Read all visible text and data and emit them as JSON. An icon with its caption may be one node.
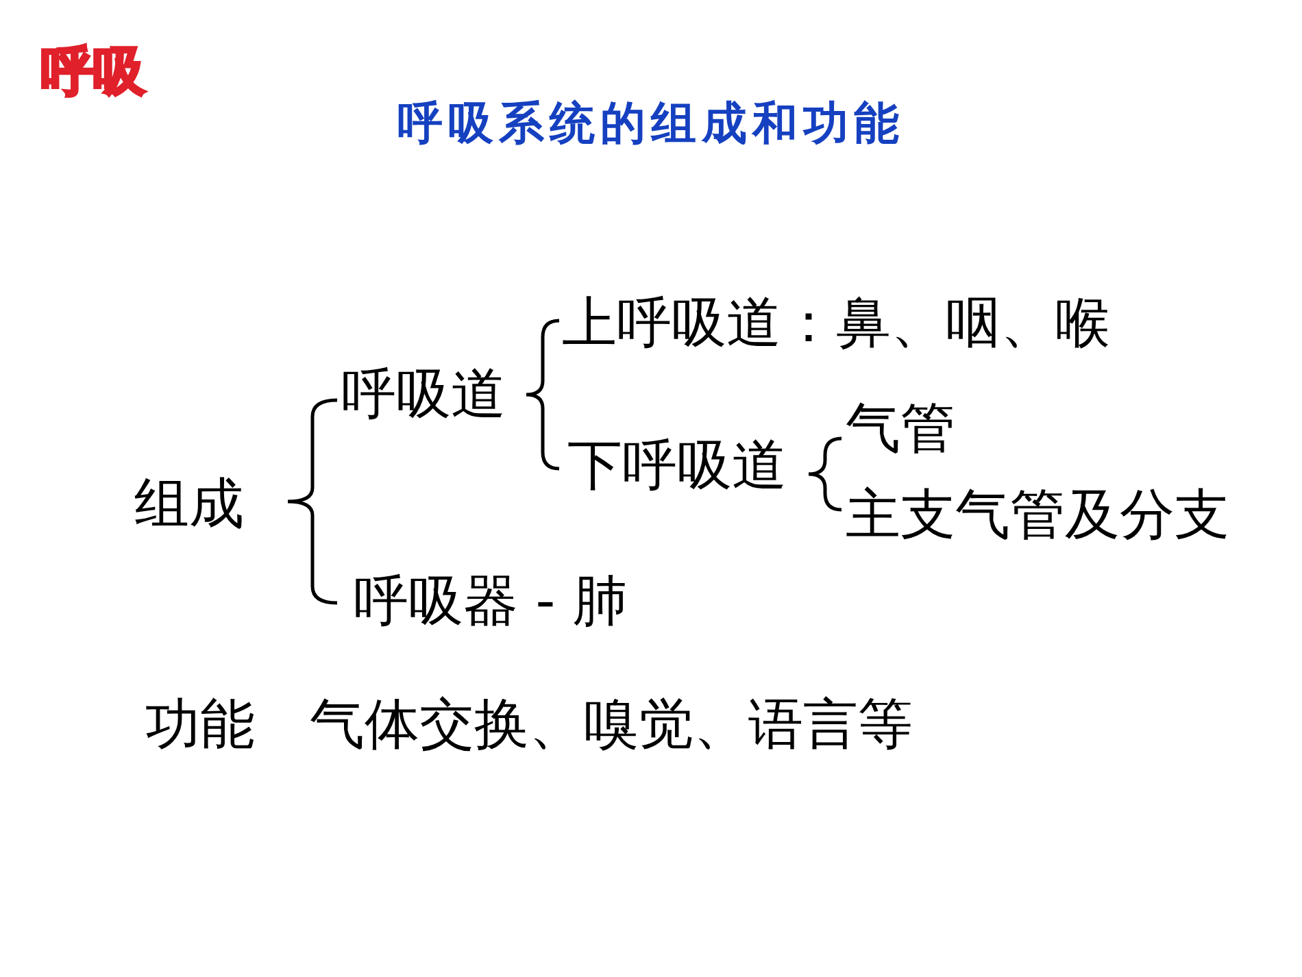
{
  "diagram": {
    "title": "呼吸系统的组成和功能",
    "labels": [
      "呼吸",
      "上呼吸道：鼻、咽、喉",
      "呼吸道",
      "气管",
      "下呼吸道",
      "组成",
      "主支气管及分支",
      "呼吸器 - 肺",
      "功能",
      "气体交换、嗅觉、语言等"
    ]
  }
}
